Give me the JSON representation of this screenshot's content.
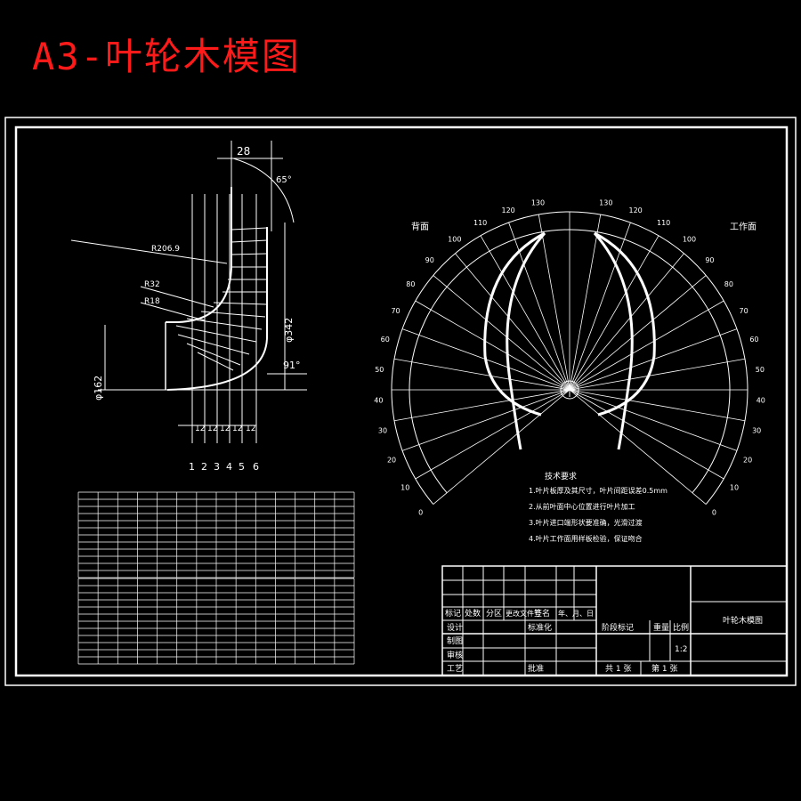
{
  "title": "A3-叶轮木模图",
  "profile": {
    "dim_28": "28",
    "angle_65": "65°",
    "radius_r2069": "R206.9",
    "radius_r32": "R32",
    "radius_r18": "R18",
    "dia_342": "φ342",
    "dia_162": "φ162",
    "angle_91": "91°",
    "spacing": [
      "12",
      "12",
      "12",
      "12",
      "12"
    ],
    "stations": [
      "1",
      "2",
      "3",
      "4",
      "5",
      "6"
    ]
  },
  "polar": {
    "left_label": "背面",
    "right_label": "工作面",
    "left_ticks": [
      "130",
      "120",
      "110",
      "100",
      "90",
      "80",
      "70",
      "60",
      "50",
      "40",
      "30",
      "20",
      "10",
      "0"
    ],
    "right_ticks": [
      "130",
      "120",
      "110",
      "100",
      "90",
      "80",
      "70",
      "60",
      "50",
      "40",
      "30",
      "20",
      "10",
      "0"
    ]
  },
  "tech_notes": {
    "title": "技术要求",
    "items": [
      "1.叶片板厚及其尺寸，叶片间距误差0.5mm",
      "2.从前叶面中心位置进行叶片加工",
      "3.叶片进口端形状要准确，光滑过渡",
      "4.叶片工作面用样板检验，保证吻合"
    ]
  },
  "title_block": {
    "header_row": [
      "标记",
      "处数",
      "分区",
      "更改文件号",
      "签名",
      "年、月、日"
    ],
    "rows": [
      "设计",
      "制图",
      "审核",
      "工艺"
    ],
    "std_label": "标准化",
    "approve_label": "批准",
    "stage_header": [
      "阶段标记",
      "重量",
      "比例"
    ],
    "scale": "1:2",
    "sheet_total": "共 1 张",
    "sheet_no": "第 1 张",
    "drawing_name": "叶轮木模图"
  },
  "colors": {
    "background": "#000000",
    "lines": "#ffffff",
    "title": "#ff1a1a"
  }
}
